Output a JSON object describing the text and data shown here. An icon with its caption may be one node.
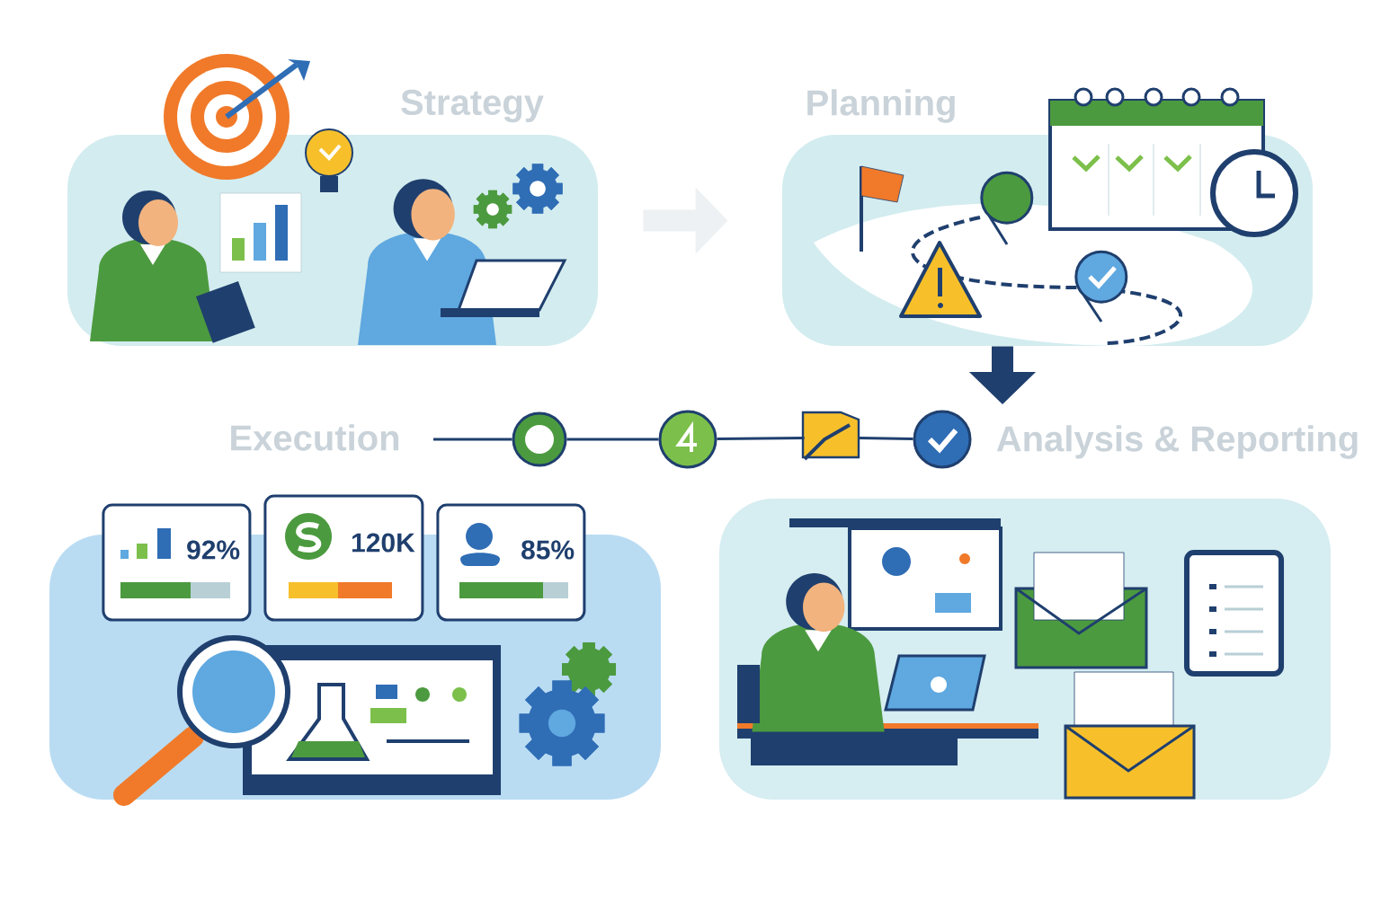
{
  "diagram": {
    "nodes": [
      {
        "text": [
          "Strategy"
        ]
      },
      {
        "text": [
          "Planning"
        ]
      },
      {
        "text": [
          "Execution"
        ]
      },
      {
        "text": [
          "Analysis & Reporting"
        ]
      },
      {
        "text": [
          "92%"
        ]
      },
      {
        "text": [
          "120K"
        ]
      },
      {
        "text": [
          "85%"
        ]
      },
      {
        "text": [],
        "shape": "circle"
      },
      {
        "text": [],
        "shape": "circle"
      },
      {
        "text": [],
        "shape": "picture"
      },
      {
        "text": [],
        "shape": "circle"
      }
    ],
    "edges": [
      {
        "from": 0,
        "to": 1,
        "arrow": "to",
        "style": "thick",
        "color": "#eef1f3"
      },
      {
        "from": 1,
        "to": null,
        "arrow": "to",
        "style": "thick"
      },
      {
        "from": null,
        "to": 7,
        "arrow": "none"
      },
      {
        "from": 7,
        "to": 8,
        "arrow": "none"
      },
      {
        "from": 8,
        "to": 9,
        "arrow": "none"
      },
      {
        "from": 9,
        "to": 10,
        "arrow": "none"
      }
    ]
  }
}
